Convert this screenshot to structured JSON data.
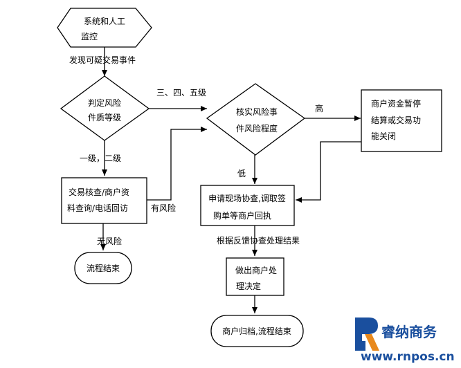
{
  "nodes": {
    "start": [
      "系统和人工",
      "监控"
    ],
    "judge": [
      "判定风险",
      "件质等级"
    ],
    "verify": [
      "核实风险事",
      "件风险程度"
    ],
    "suspend": [
      "商户资金暂停",
      "结算或交易功",
      "能关闭"
    ],
    "review": [
      "交易核查/商户资",
      "料查询/电话回访"
    ],
    "onsite": [
      "申请现场协查,调取签",
      "购单等商户回执"
    ],
    "end_left": [
      "流程结束"
    ],
    "decide": [
      "做出商户处",
      "理决定"
    ],
    "end_right": [
      "商户归档,流程结束"
    ]
  },
  "edges": {
    "discover": "发现可疑交易事件",
    "level345": "三、四、五级",
    "level12": "一级，二级",
    "high": "高",
    "low": "低",
    "risk": "有风险",
    "norisk": "无风险",
    "feedback": "根据反馈协查处理结果"
  },
  "watermark": {
    "brand": "睿纳商务",
    "url": "www.rnpos.cn",
    "letter": "R",
    "color_blue": "#1a4f9e",
    "color_orange": "#e8891d"
  }
}
